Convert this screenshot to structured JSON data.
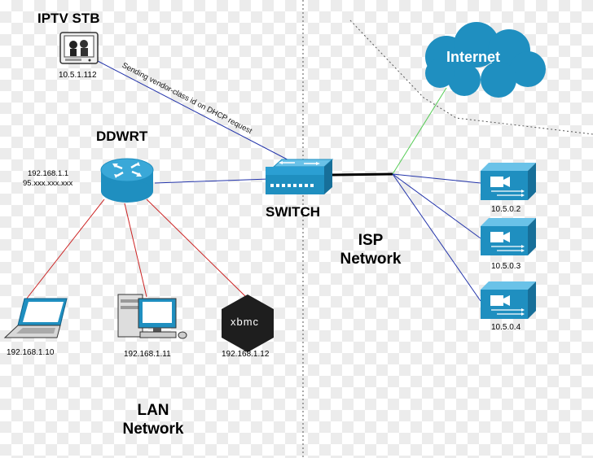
{
  "stb": {
    "title": "IPTV STB",
    "ip": "10.5.1.112"
  },
  "router": {
    "title": "DDWRT",
    "ip_lan": "192.168.1.1",
    "ip_wan": "95.xxx.xxx.xxx"
  },
  "switch": {
    "title": "SWITCH"
  },
  "internet": {
    "label": "Internet"
  },
  "note": "Sending vendor-class id on DHCP request",
  "isp": {
    "label_line1": "ISP",
    "label_line2": "Network"
  },
  "lan": {
    "label_line1": "LAN",
    "label_line2": "Network"
  },
  "clients": [
    {
      "ip": "192.168.1.10"
    },
    {
      "ip": "192.168.1.11"
    },
    {
      "ip": "192.168.1.12"
    }
  ],
  "isp_devices": [
    {
      "ip": "10.5.0.2"
    },
    {
      "ip": "10.5.0.3"
    },
    {
      "ip": "10.5.0.4"
    }
  ],
  "xbmc_logo": "xbmc",
  "colors": {
    "wire_blue": "#2233aa",
    "wire_red": "#cc2222",
    "wire_green": "#55cc55",
    "device_blue": "#1f8fc0"
  }
}
